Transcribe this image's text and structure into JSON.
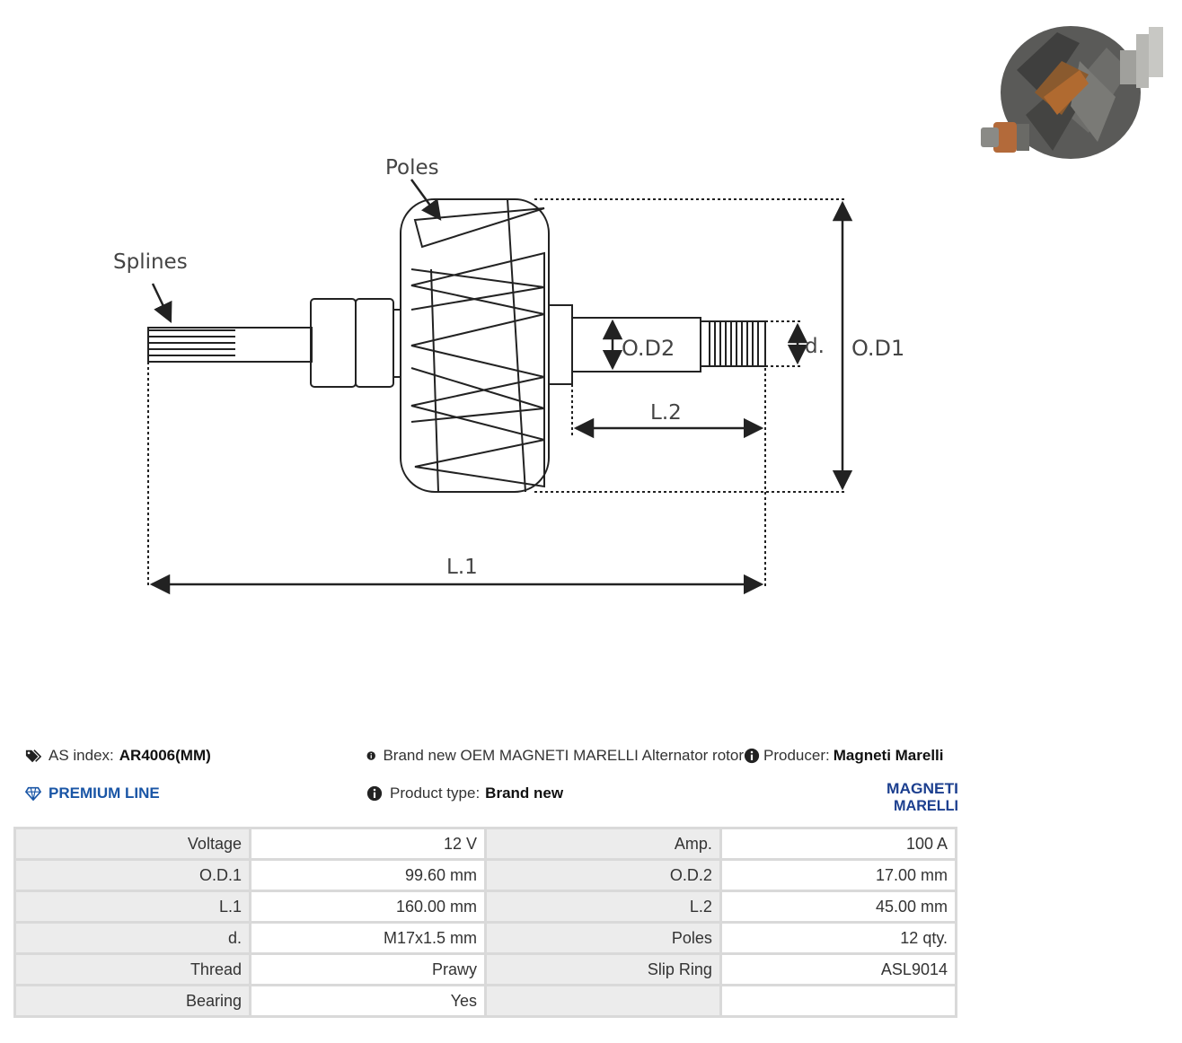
{
  "diagram": {
    "labels": {
      "poles": "Poles",
      "splines": "Splines",
      "od2": "O.D2",
      "d": "d.",
      "od1": "O.D1",
      "l2": "L.2",
      "l1": "L.1"
    }
  },
  "info": {
    "as_index_label": "AS index:",
    "as_index_value": "AR4006(MM)",
    "premium_label": "PREMIUM LINE",
    "description": "Brand new OEM MAGNETI MARELLI Alternator rotor",
    "product_type_label": "Product type:",
    "product_type_value": "Brand new",
    "producer_label": "Producer:",
    "producer_value": "Magneti Marelli",
    "logo_line1": "MAGNETI",
    "logo_line2": "MARELLI"
  },
  "specs": {
    "rows": [
      {
        "k1": "Voltage",
        "v1": "12 V",
        "k2": "Amp.",
        "v2": "100 A"
      },
      {
        "k1": "O.D.1",
        "v1": "99.60 mm",
        "k2": "O.D.2",
        "v2": "17.00 mm"
      },
      {
        "k1": "L.1",
        "v1": "160.00 mm",
        "k2": "L.2",
        "v2": "45.00 mm"
      },
      {
        "k1": "d.",
        "v1": "M17x1.5 mm",
        "k2": "Poles",
        "v2": "12 qty."
      },
      {
        "k1": "Thread",
        "v1": "Prawy",
        "k2": "Slip Ring",
        "v2": "ASL9014"
      },
      {
        "k1": "Bearing",
        "v1": "Yes",
        "k2": "",
        "v2": ""
      }
    ]
  }
}
